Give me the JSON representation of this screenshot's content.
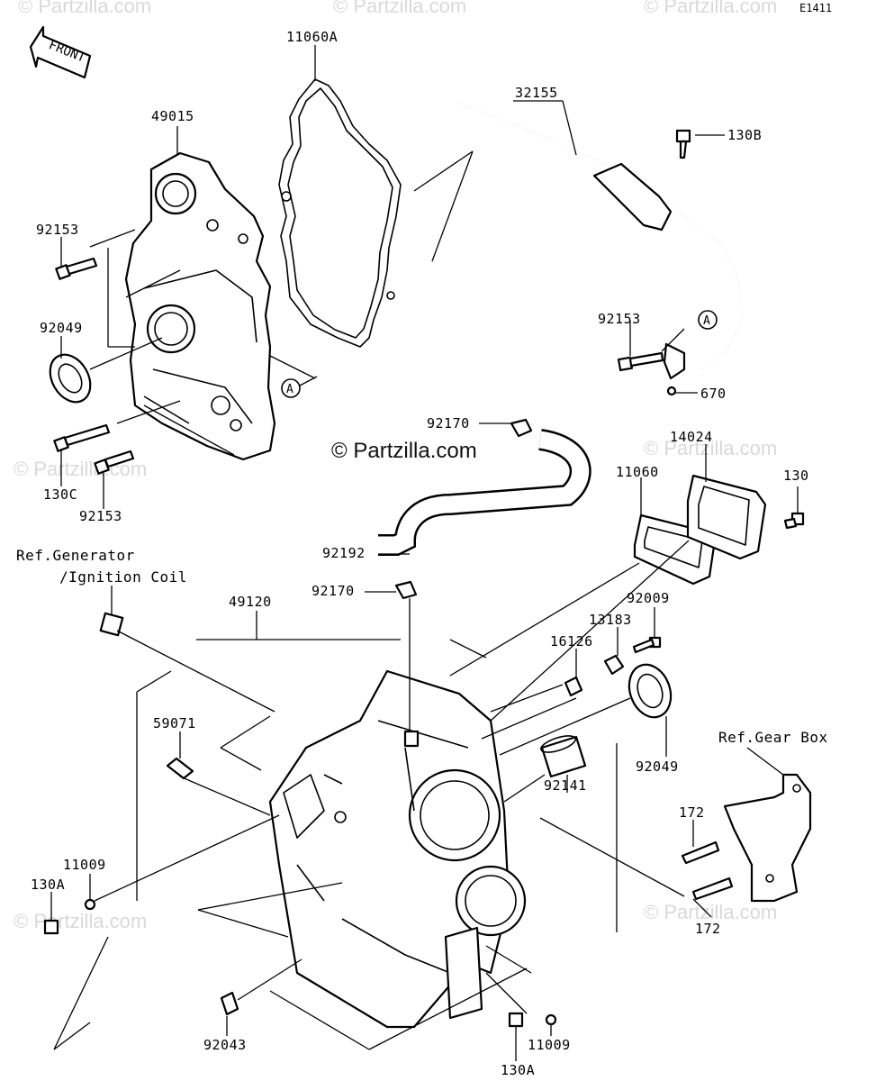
{
  "diagram_code": "E1411",
  "copyright": "© Partzilla.com",
  "watermark": "© Partzilla.com",
  "front_label": "FRONT",
  "callout_letter": "A",
  "labels": {
    "p11060A": "11060A",
    "p49015": "49015",
    "p32155": "32155",
    "p130B": "130B",
    "p92153_a": "92153",
    "p92049_a": "92049",
    "p130C": "130C",
    "p92153_b": "92153",
    "p92153_c": "92153",
    "p670": "670",
    "p92170_a": "92170",
    "p14024": "14024",
    "p11060": "11060",
    "p130": "130",
    "p92192": "92192",
    "p92170_b": "92170",
    "p49120": "49120",
    "p92009": "92009",
    "p13183": "13183",
    "p16126": "16126",
    "p59071": "59071",
    "p92049_b": "92049",
    "p92141": "92141",
    "p172_a": "172",
    "p172_b": "172",
    "p11009_a": "11009",
    "p130A_a": "130A",
    "p92043": "92043",
    "p130A_b": "130A",
    "p11009_b": "11009",
    "ref_gen_1": "Ref.Generator",
    "ref_gen_2": "/Ignition Coil",
    "ref_gear": "Ref.Gear Box"
  }
}
